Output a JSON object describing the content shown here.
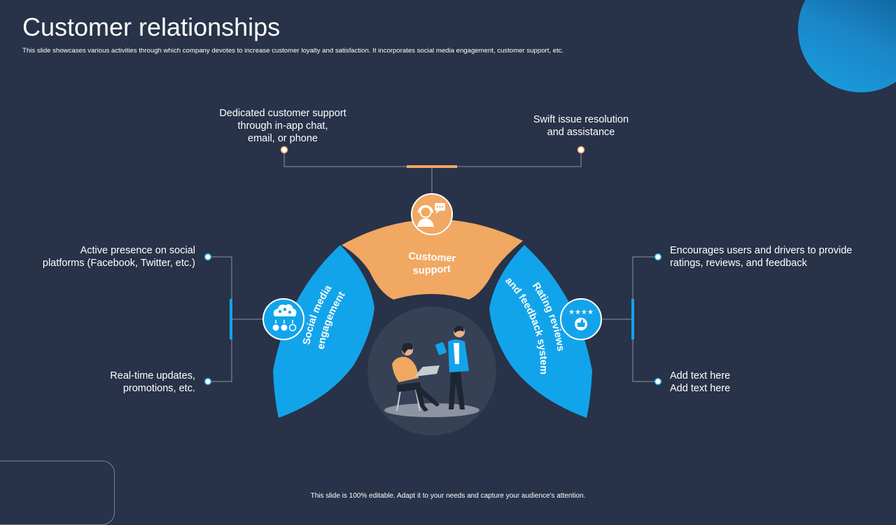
{
  "slide": {
    "title": "Customer relationships",
    "subtitle": "This slide showcases various activities through which company devotes to increase customer loyalty and satisfaction. It incorporates social media engagement, customer support, etc.",
    "footer": "This slide is 100% editable. Adapt it to your needs and capture your audience's attention."
  },
  "segments": {
    "customer_support": {
      "line1": "Customer",
      "line2": "support",
      "color": "#f0a862"
    },
    "social_media": {
      "line1": "Social media",
      "line2": "engagement",
      "color": "#12a4ea"
    },
    "rating": {
      "line1": "Rating reviews",
      "line2": "and feedback system",
      "color": "#12a4ea"
    }
  },
  "labels": {
    "top_left": "Dedicated customer support\nthrough in-app chat,\nemail, or phone",
    "top_right": "Swift issue resolution\nand assistance",
    "left_top": "Active presence on social\nplatforms (Facebook, Twitter, etc.)",
    "left_bottom": "Real-time updates,\npromotions, etc.",
    "right_top": "Encourages users and drivers to provide\nratings, reviews, and feedback",
    "right_bottom": "Add text here\nAdd text here"
  },
  "icons": {
    "customer_support": "support-agent-icon",
    "social_media": "social-network-icon",
    "rating": "rating-thumbs-up-icon",
    "center": "business-people-illustration"
  },
  "colors": {
    "background": "#283248",
    "orange": "#f0a862",
    "blue": "#12a4ea",
    "connector": "#8c93a3"
  }
}
